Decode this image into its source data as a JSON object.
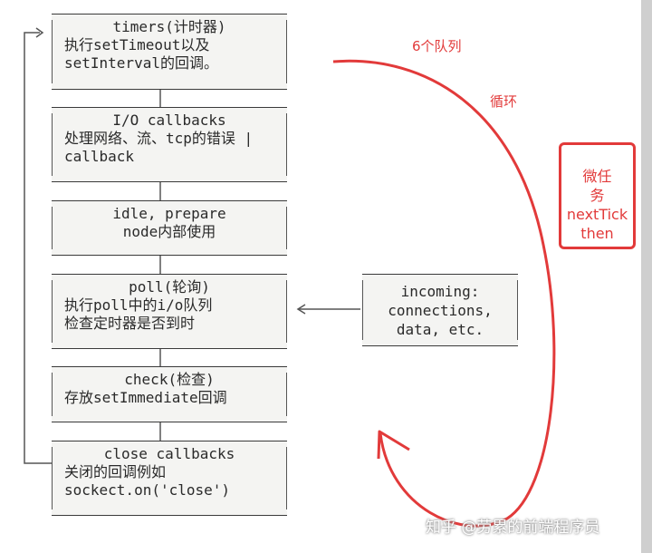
{
  "phases": [
    {
      "title": "timers(计时器)",
      "lines": [
        "执行setTimeout以及",
        "setInterval的回调。"
      ]
    },
    {
      "title": "I/O callbacks",
      "lines": [
        "处理网络、流、tcp的错误 |",
        "callback"
      ]
    },
    {
      "title": "idle, prepare",
      "lines": [
        "node内部使用"
      ]
    },
    {
      "title": "poll(轮询)",
      "lines": [
        "执行poll中的i/o队列",
        "检查定时器是否到时"
      ]
    },
    {
      "title": "check(检查)",
      "lines": [
        "存放setImmediate回调"
      ]
    },
    {
      "title": "close callbacks",
      "lines": [
        "关闭的回调例如",
        "sockect.on('close')"
      ]
    }
  ],
  "incoming": {
    "lines": [
      "incoming:",
      "connections,",
      "data, etc."
    ]
  },
  "annotations": {
    "queues": "6个队列",
    "loop": "循环",
    "microtask": [
      "微任",
      "务",
      "nextTick",
      "then"
    ]
  },
  "watermark": "知乎 @劳累的前端程序员",
  "colors": {
    "annotation": "#e23a3a",
    "box_fill": "#f4f4f2",
    "line": "#3a3a3a"
  }
}
